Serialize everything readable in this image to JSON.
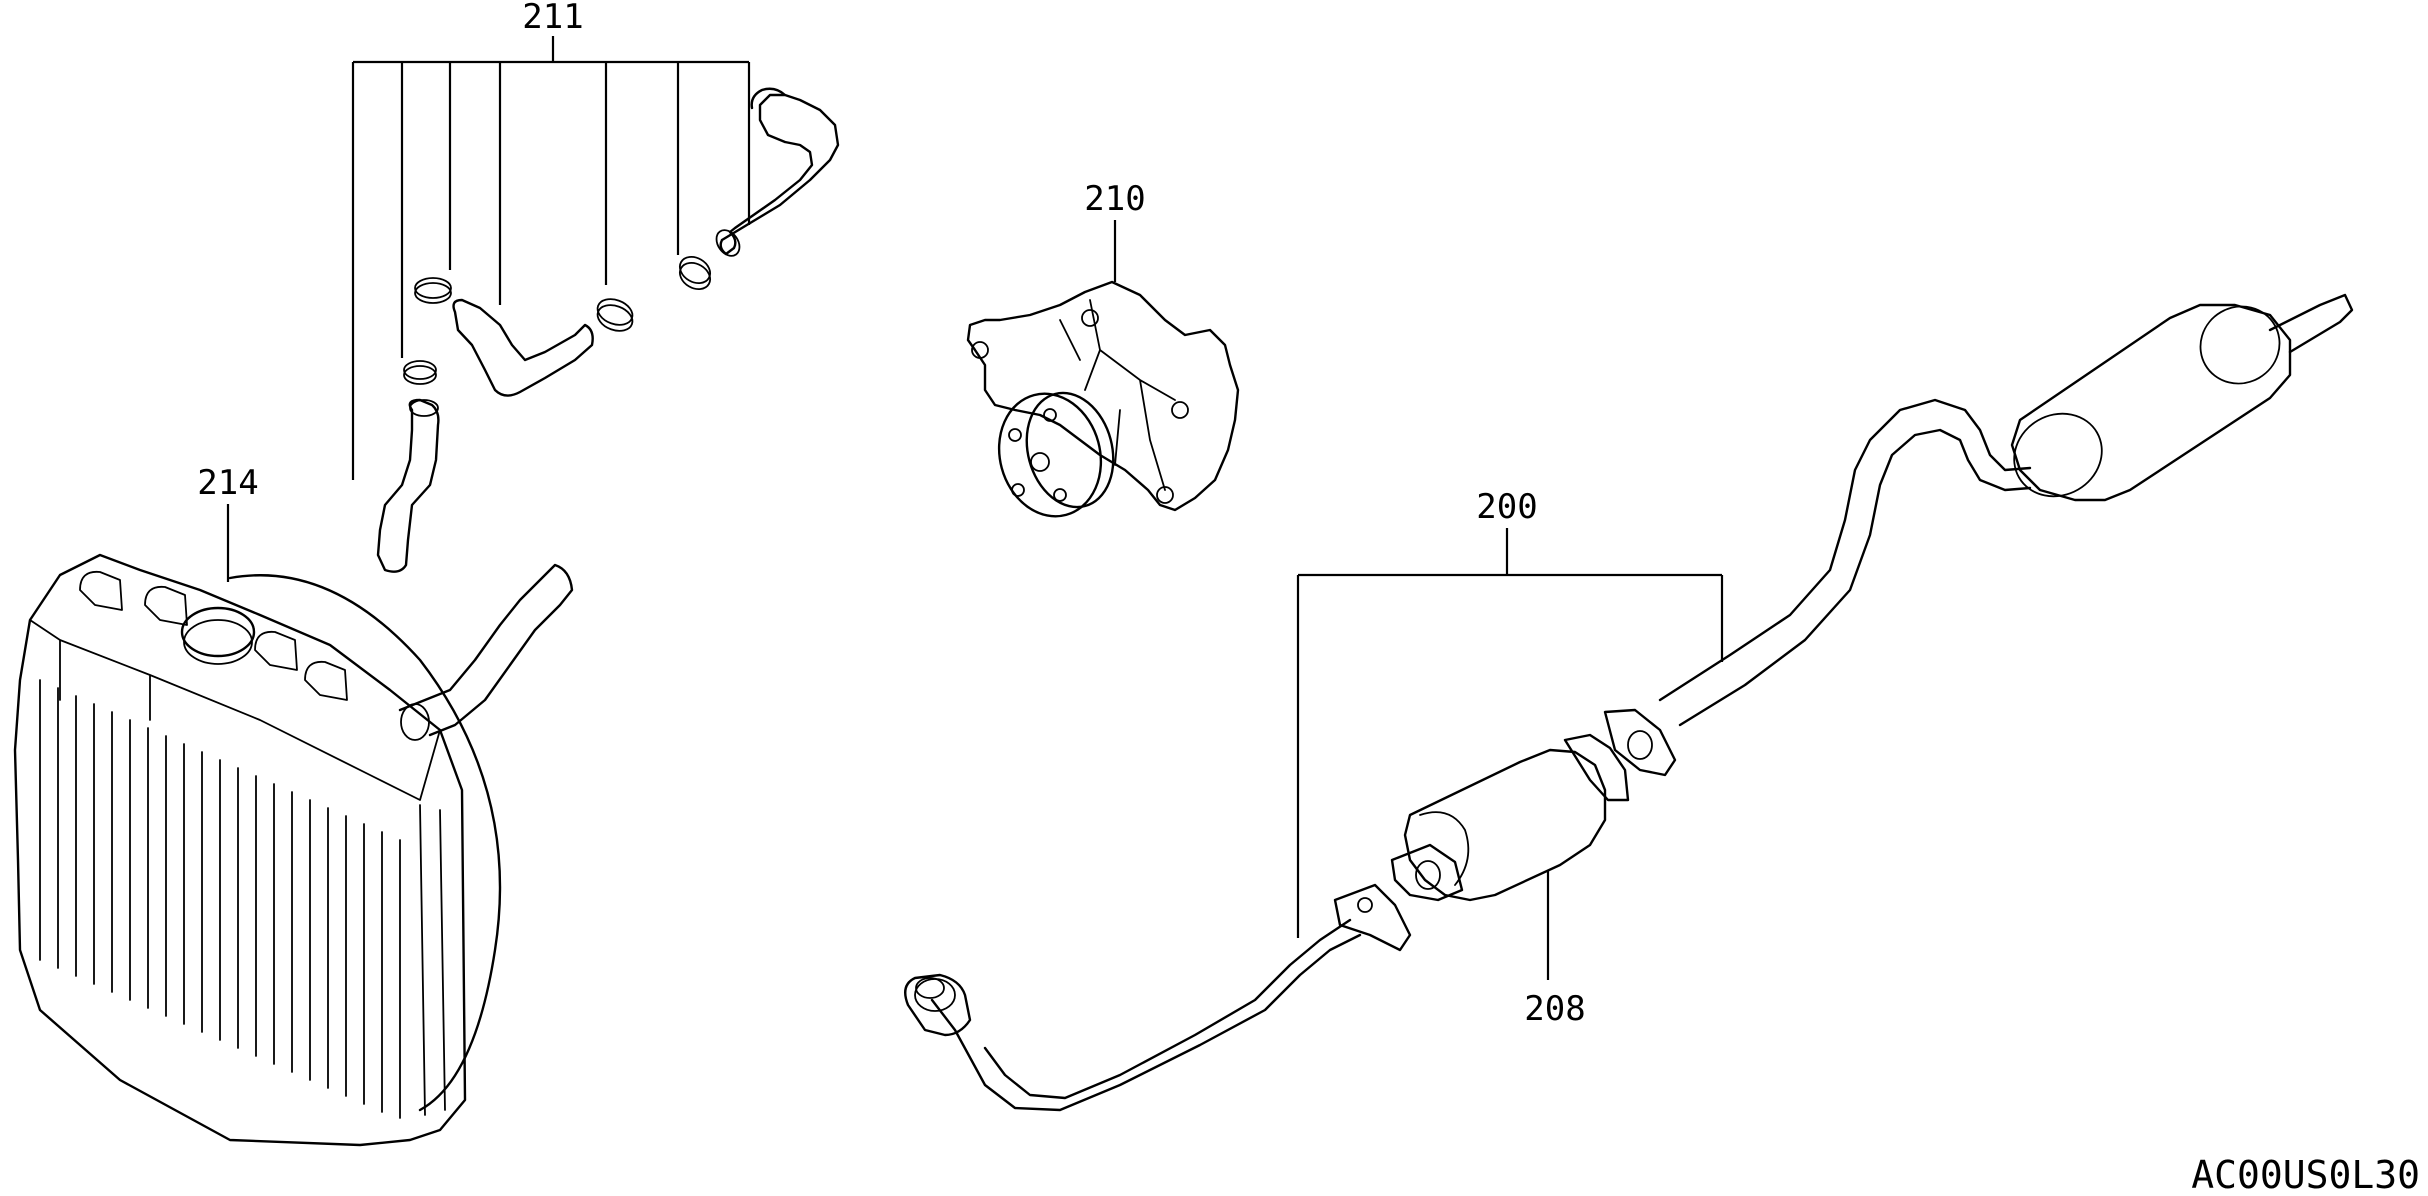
{
  "callouts": {
    "hoses": "211",
    "water_pump": "210",
    "radiator": "214",
    "exhaust_assembly": "200",
    "catalytic_converter": "208"
  },
  "reference_code": "AC00US0L30",
  "colors": {
    "ink": "#000000",
    "background": "#ffffff"
  }
}
